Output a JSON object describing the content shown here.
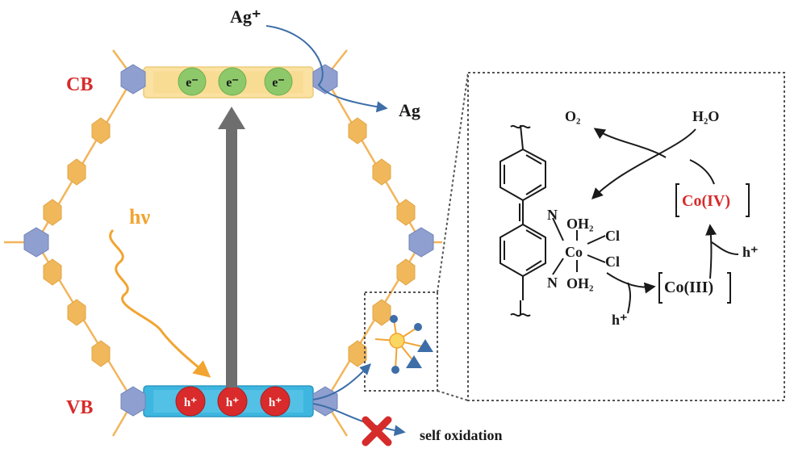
{
  "labels": {
    "cb": "CB",
    "vb": "VB",
    "hv": "hν",
    "ag_ion": "Ag⁺",
    "ag": "Ag",
    "self_oxidation": "self oxidation"
  },
  "electrons": [
    "e⁻",
    "e⁻",
    "e⁻"
  ],
  "holes": [
    "h⁺",
    "h⁺",
    "h⁺"
  ],
  "mechanism": {
    "o2": "O₂",
    "h2o": "H₂O",
    "co_iv": "Co(IV)",
    "co_iii": "Co(III)",
    "h_plus_1": "h⁺",
    "h_plus_2": "h⁺",
    "n_top": "N",
    "n_bottom": "N",
    "oh2_top": "OH₂",
    "oh2_bottom": "OH₂",
    "co_center": "Co",
    "cl_top": "Cl",
    "cl_bottom": "Cl"
  },
  "colors": {
    "label_red": "#d62b2b",
    "hex_orange": "#f0b85a",
    "hex_blue": "#8f9fcf",
    "cb_band": "#fbe2a2",
    "vb_band": "#3db6e0",
    "electron_green": "#8dc96a",
    "hole_red": "#d92b2b",
    "arrow_gray": "#6e6e6e",
    "arrow_blue": "#3d6ea8",
    "light_orange": "#f2a431",
    "cross_red": "#d62b2b"
  }
}
